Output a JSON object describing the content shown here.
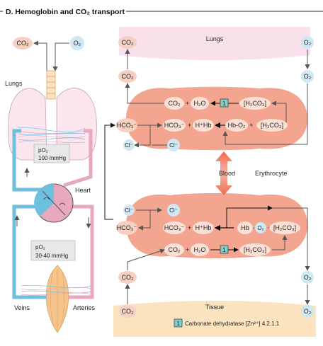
{
  "title": "D. Hemoglobin and CO₂ transport",
  "left": {
    "co2": "CO₂",
    "o2": "O₂",
    "lungs_label": "Lungs",
    "heart_label": "Heart",
    "veins_label": "Veins",
    "arteries_label": "Arteries",
    "po2_lungs_line1": "pO₂",
    "po2_lungs_line2": "100 mmHg",
    "po2_tissue_line1": "pO₂",
    "po2_tissue_line2": "30-40 mmHg"
  },
  "right": {
    "lungs_band": "Lungs",
    "tissue_band": "Tissue",
    "blood_label": "Blood",
    "erythrocyte_label": "Erythrocyte",
    "co2": "CO₂",
    "o2": "O₂",
    "h2o": "H₂O",
    "h2co3": "[H₂CO₃]",
    "hco3": "HCO₃⁻",
    "cl": "Cl⁻",
    "h_hb": "H⁺Hb",
    "hb_o2": "Hb-O₂",
    "hb": "Hb",
    "plus": "+",
    "enzyme_num": "1",
    "legend_text": "Carbonate dehydratase [Zn²⁺] 4.2.1.1"
  },
  "colors": {
    "co2_fill": "#f6d1c2",
    "o2_fill": "#cfe8f3",
    "erythrocyte": "#f4a58f",
    "lungs_band": "#f8e1ea",
    "tissue_band": "#fbe3bf",
    "vein_blue": "#6fc0de",
    "artery_pink": "#e7a8c0",
    "enzyme_box": "#7fcfc9"
  }
}
